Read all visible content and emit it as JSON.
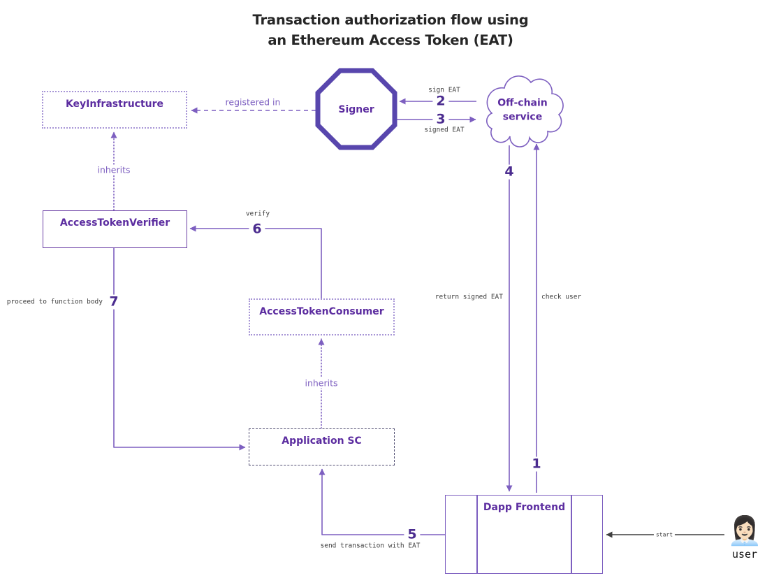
{
  "title": {
    "line1": "Transaction authorization flow using",
    "line2": "an Ethereum Access Token (EAT)"
  },
  "nodes": {
    "key_infrastructure": {
      "label": "KeyInfrastructure"
    },
    "signer": {
      "label": "Signer"
    },
    "offchain_service": {
      "line1": "Off-chain",
      "line2": "service"
    },
    "access_token_verifier": {
      "label": "AccessTokenVerifier"
    },
    "access_token_consumer": {
      "label": "AccessTokenConsumer"
    },
    "application_sc": {
      "label": "Application SC"
    },
    "dapp_frontend": {
      "label": "Dapp Frontend"
    },
    "user": {
      "emoji": "👩🏻‍💼",
      "label": "user"
    }
  },
  "edges": {
    "check_user": {
      "number": "1",
      "label": "check user"
    },
    "sign_eat": {
      "number": "2",
      "label": "sign EAT"
    },
    "signed_eat": {
      "number": "3",
      "label": "signed EAT"
    },
    "return_signed_eat": {
      "number": "4",
      "label": "return signed EAT"
    },
    "send_transaction": {
      "number": "5",
      "label": "send transaction with EAT"
    },
    "verify": {
      "number": "6",
      "label": "verify"
    },
    "proceed": {
      "number": "7",
      "label": "proceed to function body"
    },
    "registered_in": {
      "label": "registered in"
    },
    "inherits_verifier": {
      "label": "inherits"
    },
    "inherits_application": {
      "label": "inherits"
    },
    "start": {
      "label": "start"
    }
  },
  "colors": {
    "purple_line": "#7d5fc0",
    "purple_border": "#6b3fa5",
    "purple_text": "#5c2da0",
    "number_text": "#4b2c8f",
    "label_text": "#3d3d3d",
    "dotted_border": "#a795d6",
    "dark_dash": "#4e4b70",
    "octagon": "#5846ad",
    "title_text": "#262626",
    "start_arrow": "#3f3f3f"
  }
}
